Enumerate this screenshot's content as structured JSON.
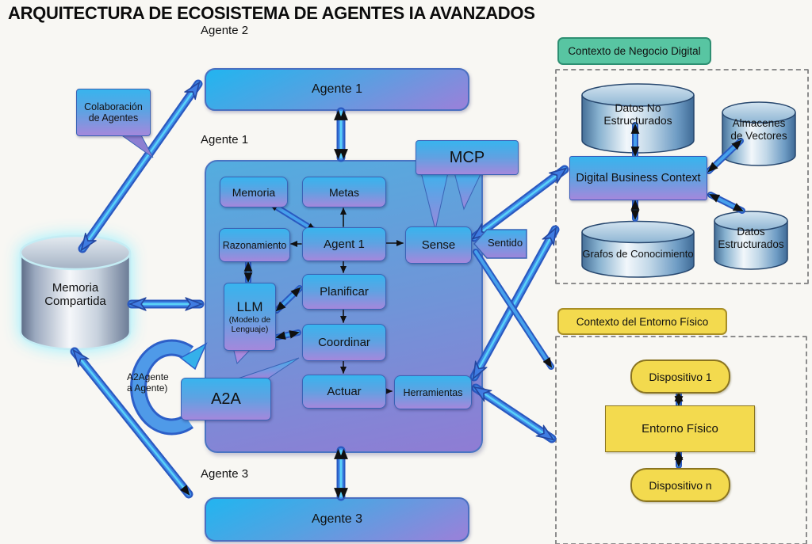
{
  "title": "ARQUITECTURA DE ECOSISTEMA DE AGENTES IA AVANZADOS",
  "outer_labels": {
    "agente2": "Agente 2",
    "agente1": "Agente 1",
    "agente3": "Agente 3"
  },
  "bars": {
    "top": "Agente 1",
    "bottom": "Agente 3"
  },
  "bubbles": {
    "colaboracion": "Colaboración\nde Agentes",
    "mcp": "MCP",
    "a2a": "A2A",
    "a2a_loop": "A2Agente\na Agente)",
    "sentido": "Sentido"
  },
  "agent_internals": {
    "memoria": "Memoria",
    "metas": "Metas",
    "razonamiento": "Razonamiento",
    "agent1": "Agent 1",
    "sense": "Sense",
    "planificar": "Planificar",
    "coordinar": "Coordinar",
    "actuar": "Actuar",
    "herramientas": "Herramientas",
    "llm": "LLM",
    "llm_sub": "(Modelo de\nLenguaje)"
  },
  "shared_memory_label": "Memoria\nCompartida",
  "business_panel": {
    "header": "Contexto de Negocio Digital",
    "datos_no_estructurados": "Datos No\nEstructurados",
    "almacenes_vectores": "Almacenes\nde Vectores",
    "dbc": "Digital Business Context",
    "grafos": "Grafos de Conocimiento",
    "datos_estructurados": "Datos\nEstructurados"
  },
  "physical_panel": {
    "header": "Contexto del Entorno Físico",
    "dispositivo_1": "Dispositivo 1",
    "entorno": "Entorno Físico",
    "dispositivo_n": "Dispositivo n"
  },
  "colors": {
    "accent_blue": "#3f8ce8",
    "accent_purple": "#9b82d8",
    "green_header": "#58c5a2",
    "yellow": "#f3da4e"
  }
}
